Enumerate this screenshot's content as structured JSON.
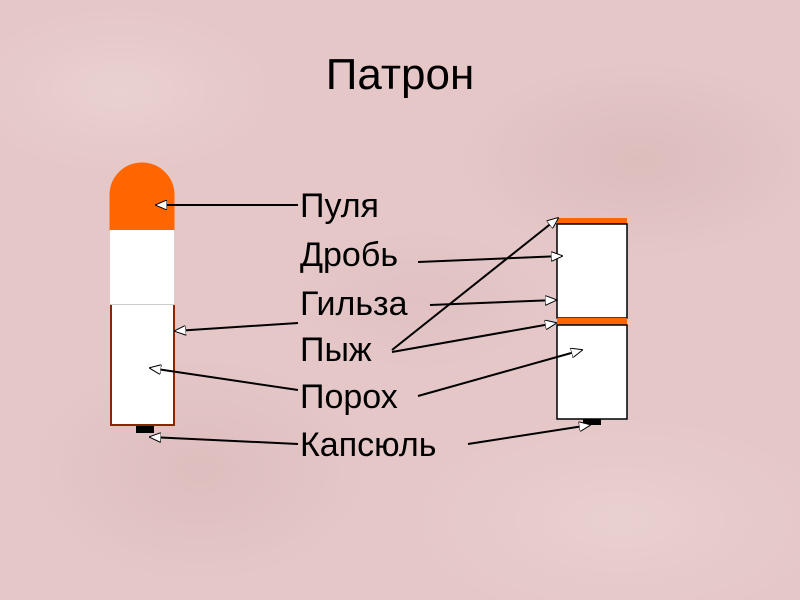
{
  "title": "Патрон",
  "labels": {
    "bullet": "Пуля",
    "shot": "Дробь",
    "case": "Гильза",
    "wad": "Пыж",
    "powder": "Порох",
    "primer": "Капсюль"
  },
  "colors": {
    "background": "#e5c7c7",
    "bullet": "#ff6600",
    "case_outline": "#8b2500",
    "wad": "#ff6600",
    "primer": "#000000",
    "fill": "#ffffff"
  }
}
